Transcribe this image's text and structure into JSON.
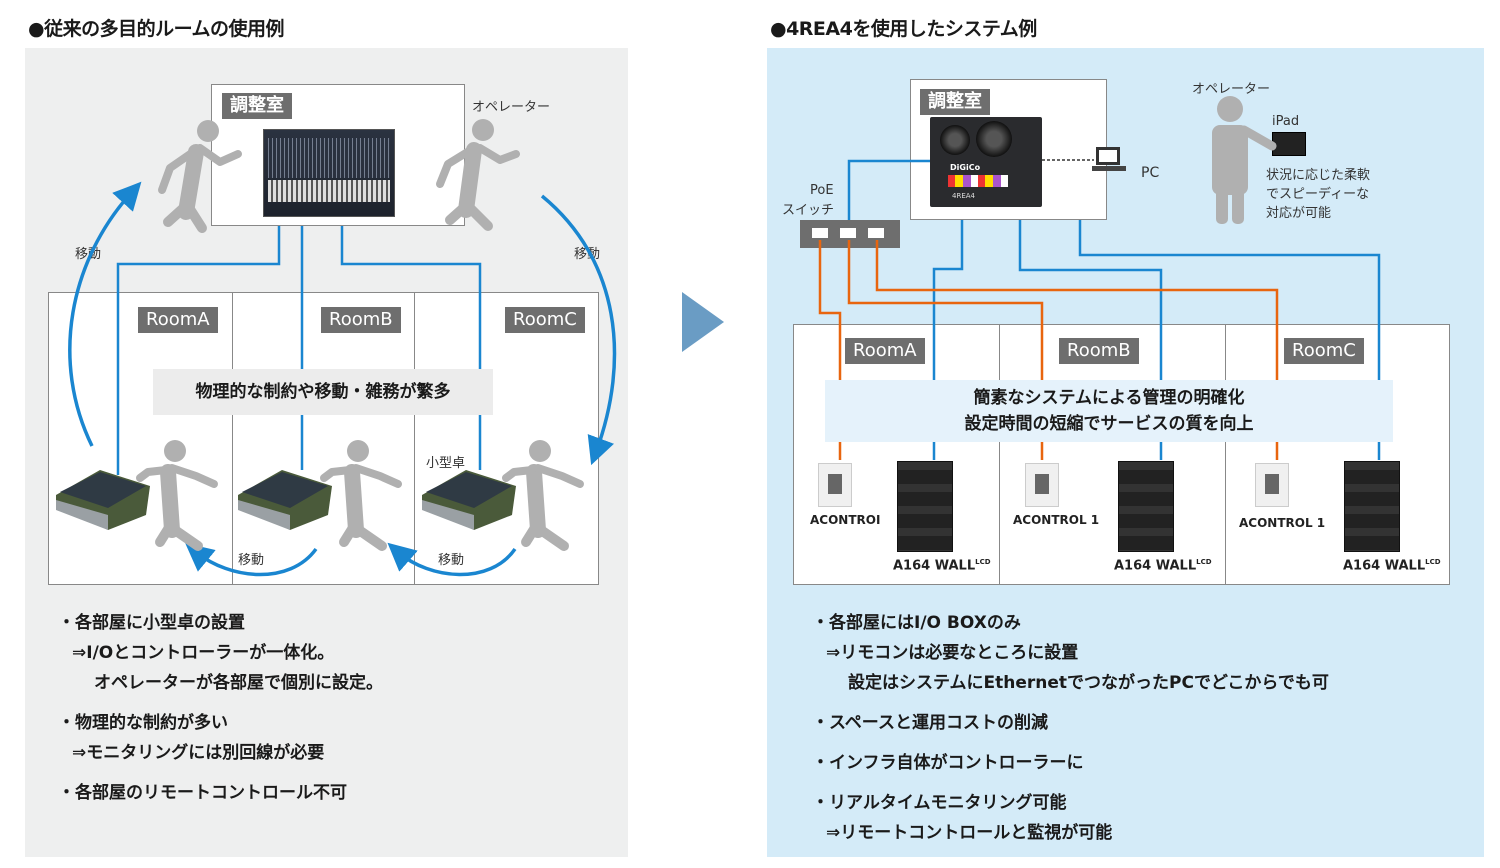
{
  "left": {
    "title": "●従来の多目的ルームの使用例",
    "control_room": "調整室",
    "operator_label": "オペレーター",
    "move_label": "移動",
    "rooms": [
      "RoomA",
      "RoomB",
      "RoomC"
    ],
    "banner": "物理的な制約や移動・雑務が繁多",
    "small_console_label": "小型卓",
    "bullets": [
      {
        "lines": [
          "・各部屋に小型卓の設置",
          "⇒I/Oとコントローラーが一体化。",
          "オペレーターが各部屋で個別に設定。"
        ]
      },
      {
        "lines": [
          "・物理的な制約が多い",
          "⇒モニタリングには別回線が必要"
        ]
      },
      {
        "lines": [
          "・各部屋のリモートコントロール不可"
        ]
      }
    ]
  },
  "right": {
    "title": "●4REA4を使用したシステム例",
    "control_room": "調整室",
    "engine_brand": "DiGiCo",
    "engine_model": "4REA4",
    "pc_label": "PC",
    "poe_label_1": "PoE",
    "poe_label_2": "スイッチ",
    "operator_label": "オペレーター",
    "ipad_label": "iPad",
    "operator_note": [
      "状況に応じた柔軟",
      "でスピーディーな",
      "対応が可能"
    ],
    "rooms": [
      "RoomA",
      "RoomB",
      "RoomC"
    ],
    "banner_lines": [
      "簡素なシステムによる管理の明確化",
      "設定時間の短縮でサービスの質を向上"
    ],
    "acontrol_labels": [
      "ACONTROI",
      "ACONTROL 1",
      "ACONTROL 1"
    ],
    "wall_label": "A164 WALL",
    "wall_sup": "LCD",
    "bullets": [
      {
        "lines": [
          "・各部屋にはI/O BOXのみ",
          "⇒リモコンは必要なところに設置",
          "設定はシステムにEthernetでつながったPCでどこからでも可"
        ]
      },
      {
        "lines": [
          "・スペースと運用コストの削減"
        ]
      },
      {
        "lines": [
          "・インフラ自体がコントローラーに"
        ]
      },
      {
        "lines": [
          "・リアルタイムモニタリング可能",
          "⇒リモートコントロールと監視が可能"
        ]
      }
    ]
  },
  "colors": {
    "blue_line": "#1a86d0",
    "orange_line": "#e8650f",
    "arrow": "#6a9cc4",
    "figure_gray": "#b0b0b0"
  }
}
